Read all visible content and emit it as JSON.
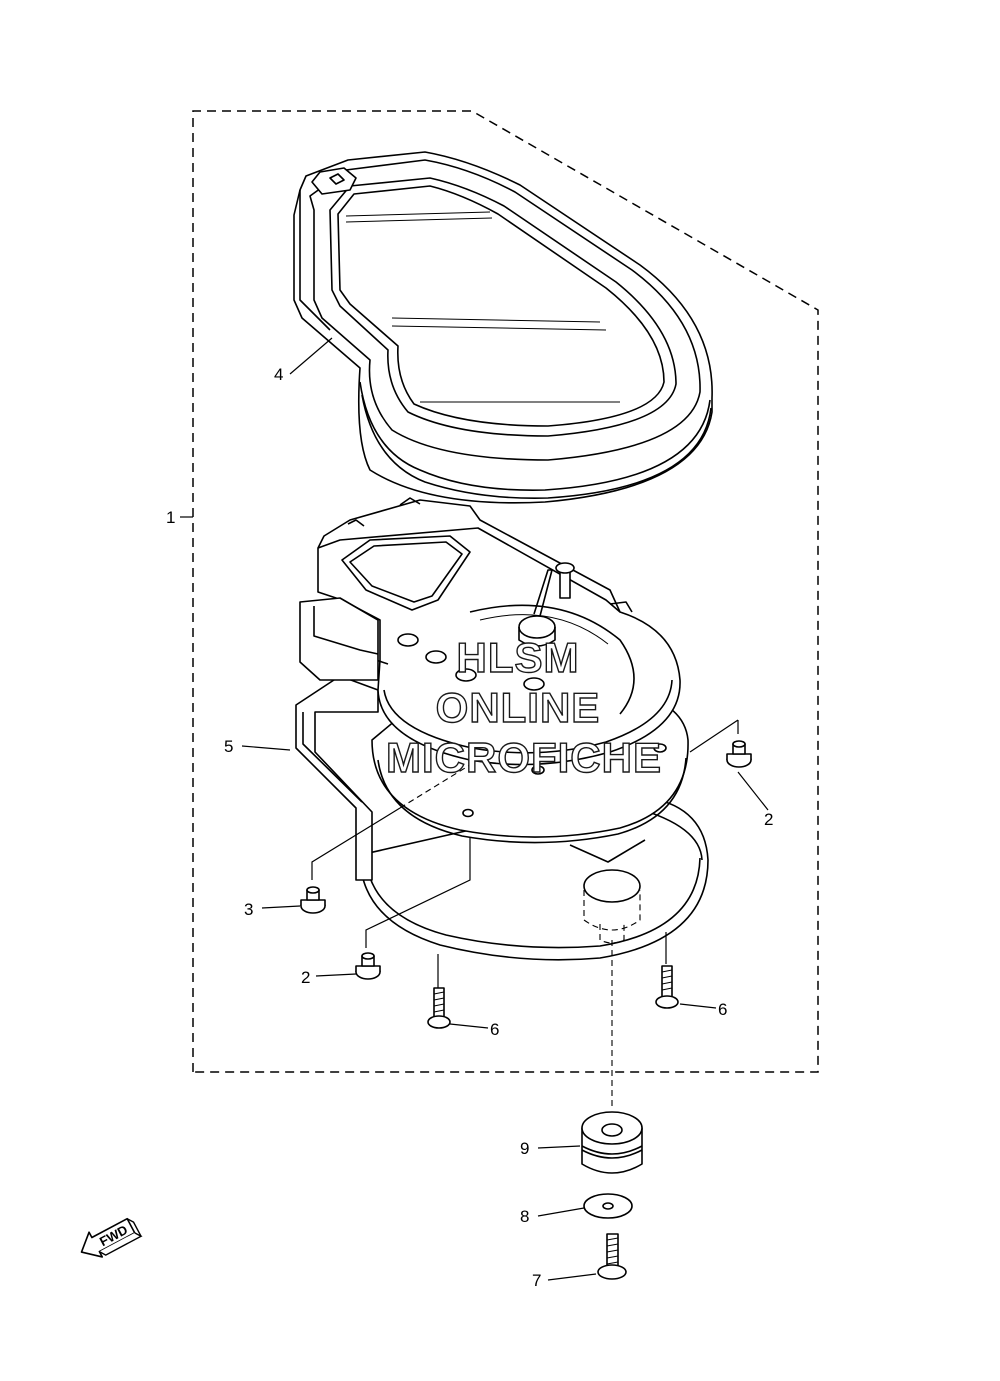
{
  "callouts": {
    "c1": "1",
    "c2a": "2",
    "c2b": "2",
    "c3": "3",
    "c4": "4",
    "c5": "5",
    "c6a": "6",
    "c6b": "6",
    "c7": "7",
    "c8": "8",
    "c9": "9"
  },
  "watermark": {
    "line1": "HLSM",
    "line2": "ONLINE",
    "line3": "MICROFICHE"
  },
  "direction_arrow": {
    "label": "FWD",
    "icon": "fwd-arrow-icon"
  }
}
